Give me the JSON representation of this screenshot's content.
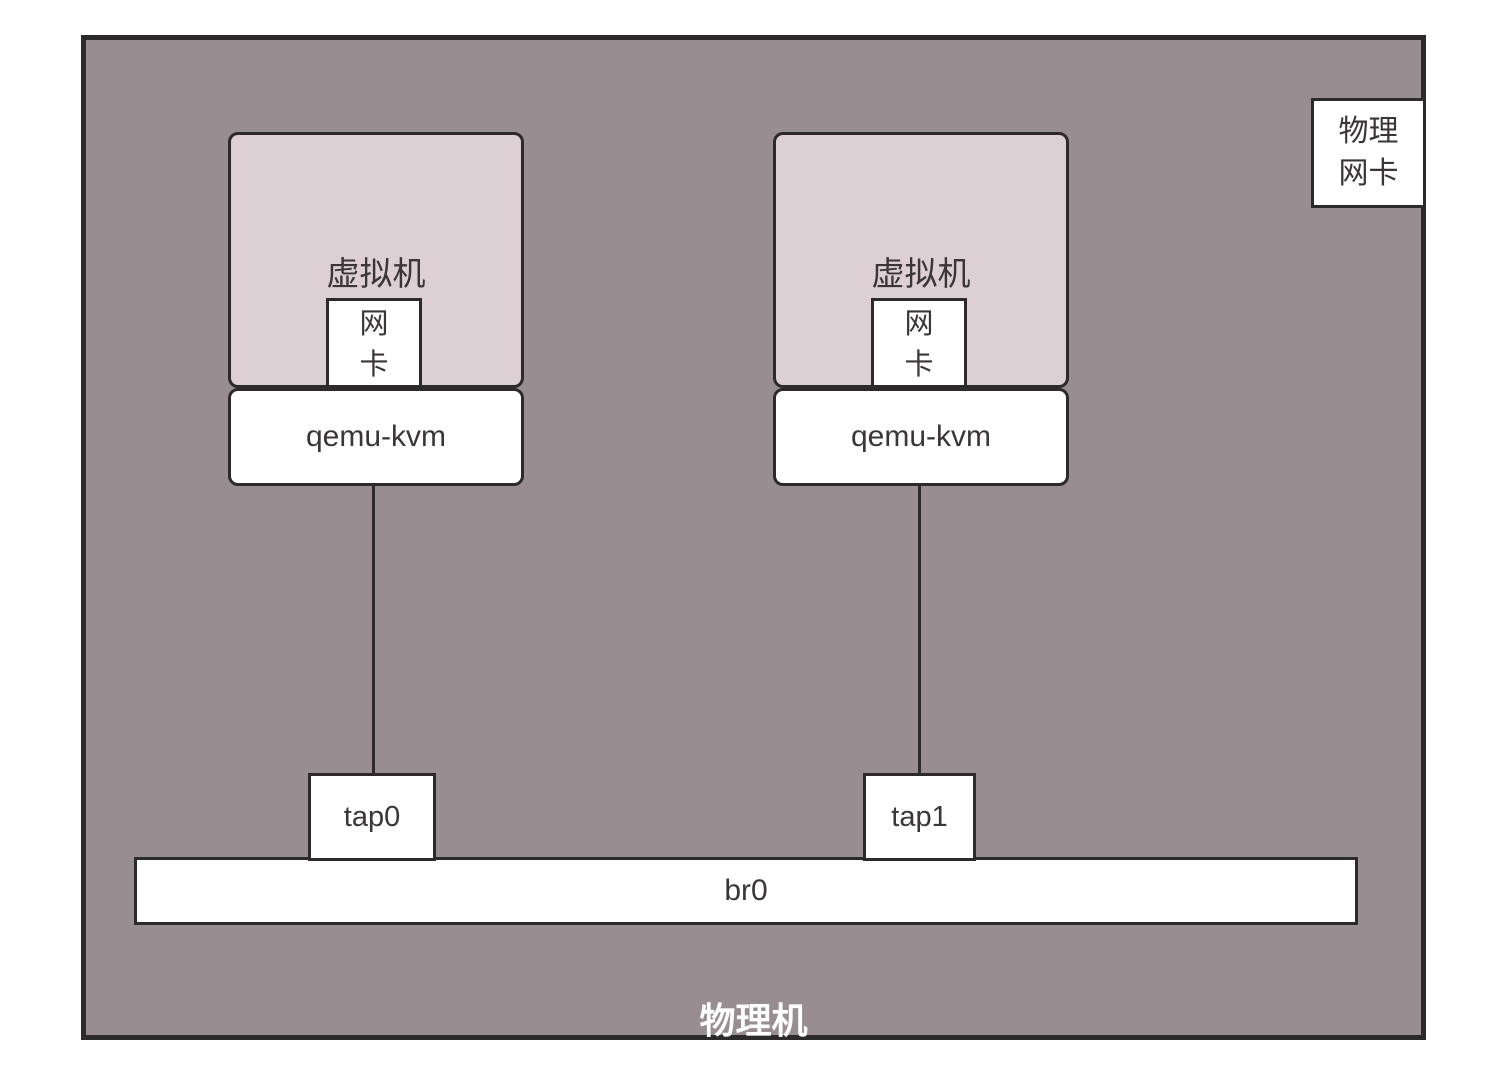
{
  "diagram": {
    "title_context": "KVM bridge networking diagram",
    "host": {
      "label": "物理机"
    },
    "physical_nic": {
      "label": "物理\n网卡"
    },
    "vms": [
      {
        "label": "虚拟机",
        "nic_label": "网\n卡",
        "hypervisor_label": "qemu-kvm",
        "tap_label": "tap0"
      },
      {
        "label": "虚拟机",
        "nic_label": "网\n卡",
        "hypervisor_label": "qemu-kvm",
        "tap_label": "tap1"
      }
    ],
    "bridge": {
      "label": "br0"
    },
    "colors": {
      "host_bg": "#988e92",
      "vm_bg": "#ddd0d5",
      "box_bg": "#ffffff",
      "border": "#2d2a2c",
      "text": "#3a3638",
      "host_label_text": "#ffffff"
    }
  }
}
